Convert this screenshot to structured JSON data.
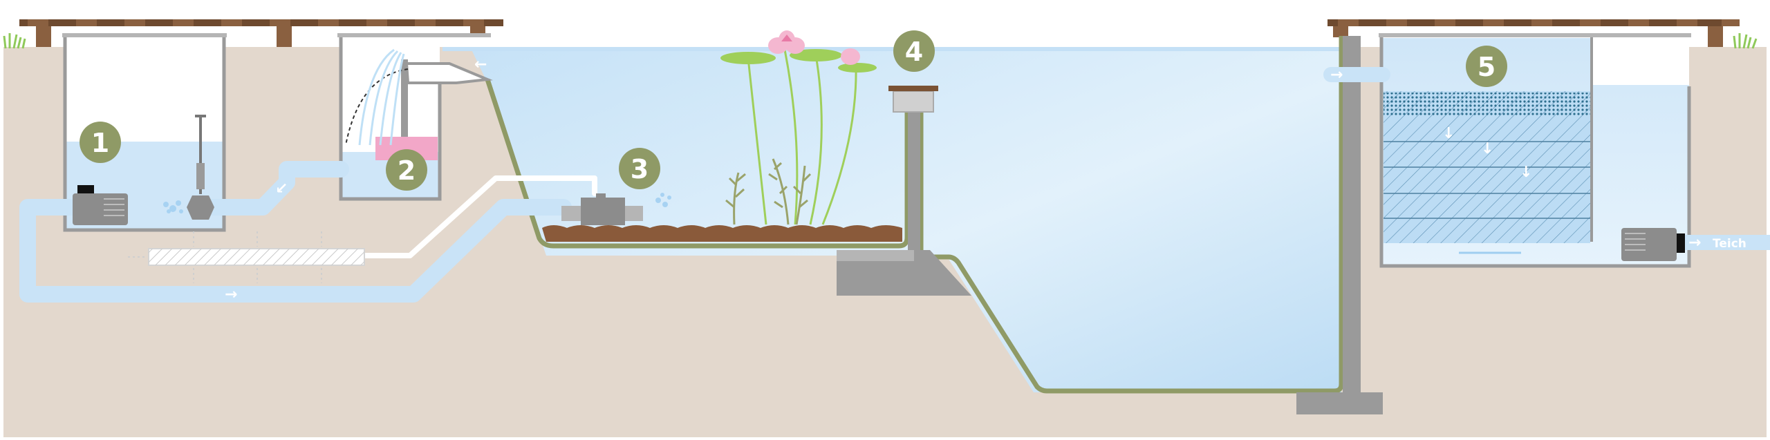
{
  "badges": {
    "b1": "1",
    "b2": "2",
    "b3": "3",
    "b4": "4",
    "b5": "5"
  },
  "labels": {
    "teich": "Teich"
  },
  "arrows": {
    "left": "←",
    "right": "→",
    "down": "↓",
    "down_left": "↙"
  },
  "colors": {
    "ground": "#e3d8cd",
    "water_light": "#cfe6f8",
    "water_deep": "#b9dcf5",
    "liner": "#8f9a66",
    "badge": "#8f9a66",
    "wall": "#9a9a9a",
    "wood": "#7a5234",
    "soil": "#8a5a3a",
    "lily": "#f4b7d0",
    "leaf": "#9fcf5a",
    "filter": "#f2a7c8"
  }
}
